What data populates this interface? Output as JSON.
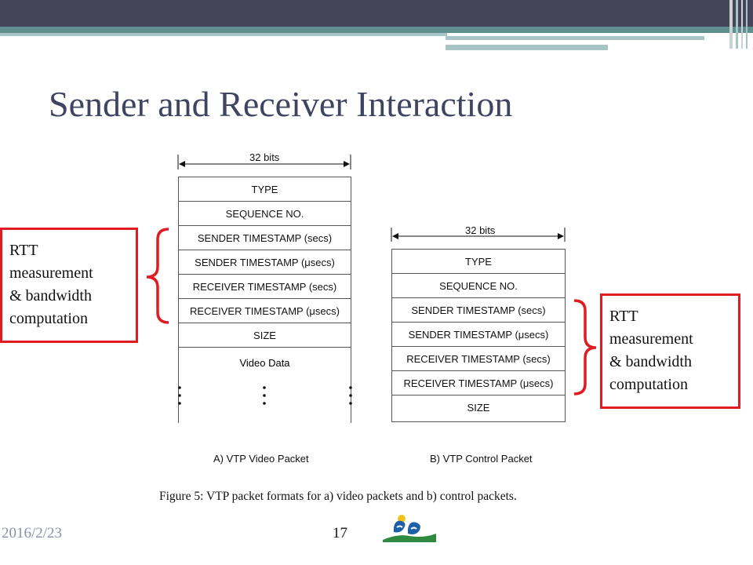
{
  "slide": {
    "title": "Sender and Receiver Interaction",
    "footer_date": "2016/2/23",
    "page_number": "17"
  },
  "figure": {
    "caption": "Figure 5: VTP packet formats for a) video packets and b) control packets.",
    "video_packet": {
      "width_label": "32 bits",
      "fields": [
        "TYPE",
        "SEQUENCE NO.",
        "SENDER TIMESTAMP (secs)",
        "SENDER TIMESTAMP (μsecs)",
        "RECEIVER TIMESTAMP (secs)",
        "RECEIVER TIMESTAMP (μsecs)",
        "SIZE"
      ],
      "data_label": "Video Data",
      "caption": "A) VTP Video Packet"
    },
    "control_packet": {
      "width_label": "32 bits",
      "fields": [
        "TYPE",
        "SEQUENCE NO.",
        "SENDER TIMESTAMP (secs)",
        "SENDER TIMESTAMP (μsecs)",
        "RECEIVER TIMESTAMP (secs)",
        "RECEIVER TIMESTAMP (μsecs)",
        "SIZE"
      ],
      "caption": "B) VTP Control Packet"
    }
  },
  "annotations": {
    "left": [
      "RTT",
      "measurement",
      "& bandwidth",
      "computation"
    ],
    "right": [
      "RTT",
      "measurement",
      "& bandwidth",
      "computation"
    ],
    "color": "#e01b22"
  },
  "theme": {
    "title_color": "#3f4560",
    "header_bar_color": "#444559",
    "accent_teal": "#5f8e8e"
  }
}
